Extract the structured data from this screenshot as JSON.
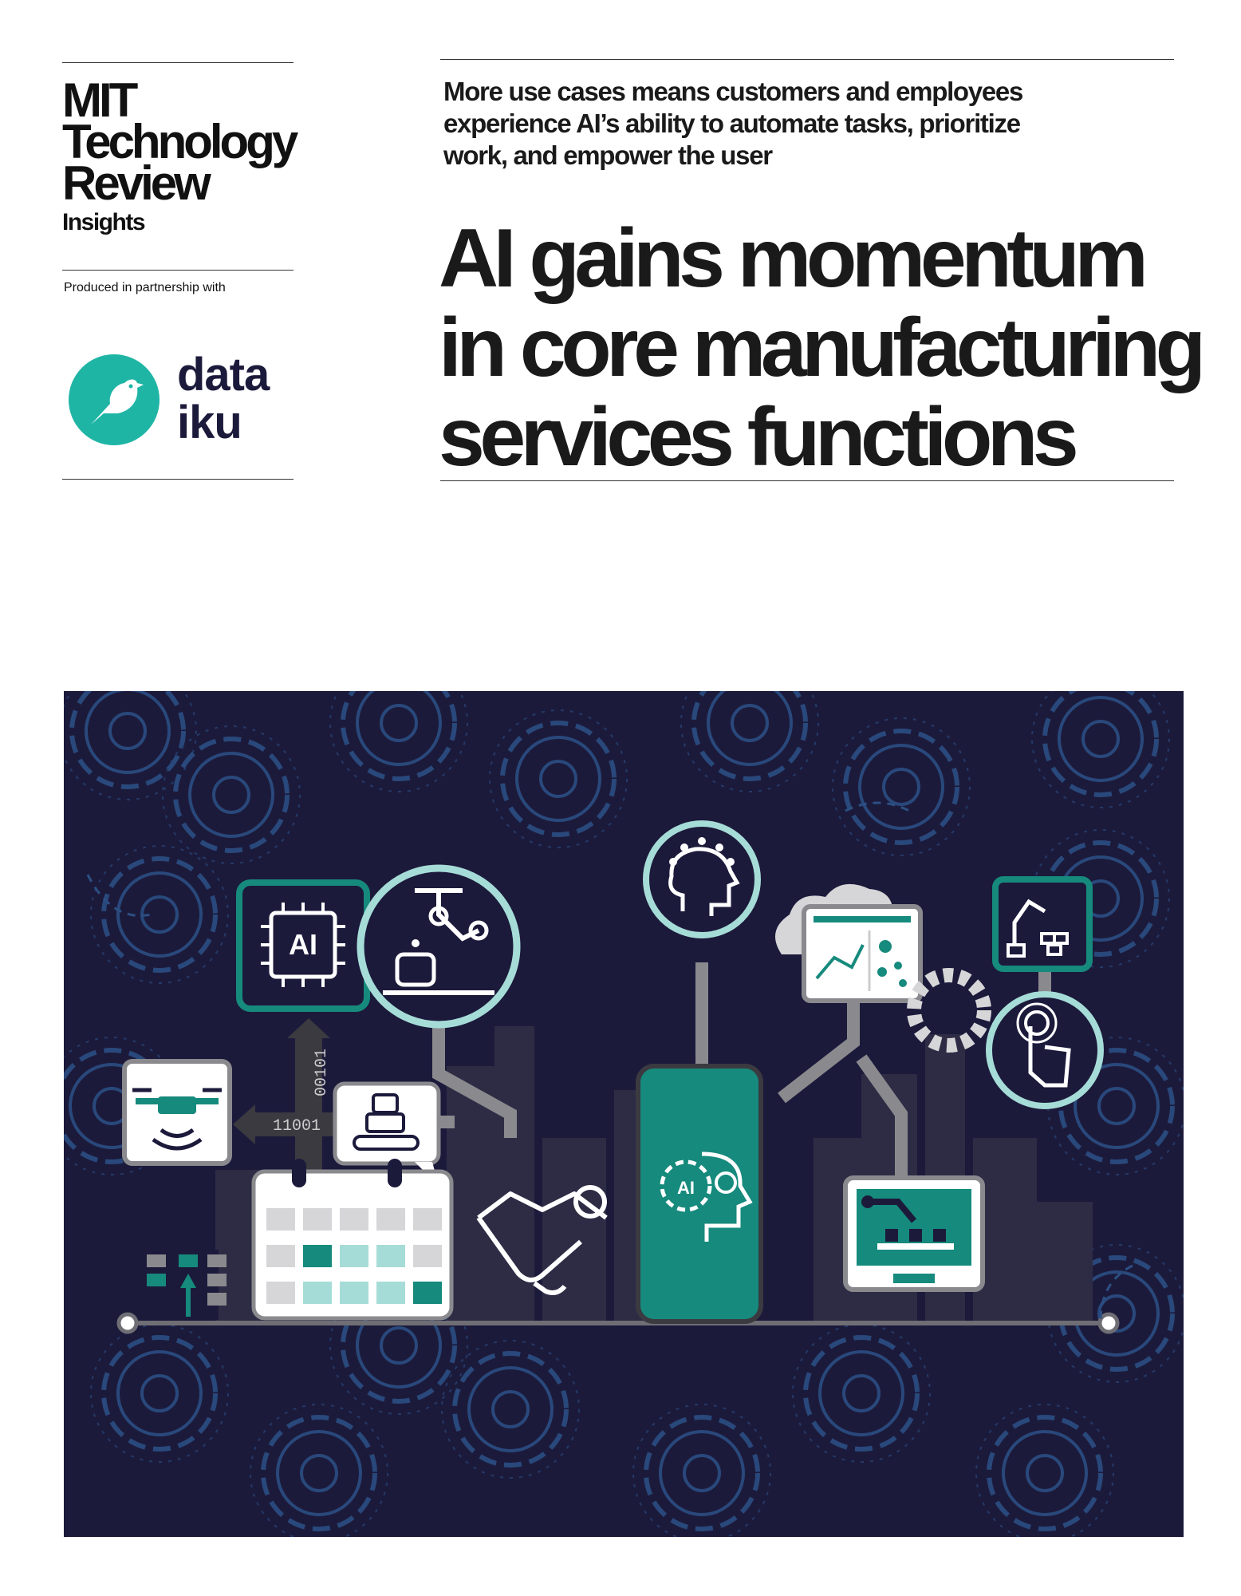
{
  "brand": {
    "lines": [
      "MIT",
      "Technology",
      "Review"
    ],
    "sub": "Insights"
  },
  "partner": {
    "label": "Produced in partnership with",
    "name_lines": [
      "data",
      "iku"
    ],
    "brand_color": "#1fb5a5"
  },
  "subtitle_lines": [
    "More use cases means customers and employees",
    "experience AI’s ability to automate tasks, prioritize",
    "work, and empower the user"
  ],
  "headline_lines": [
    "AI gains momentum",
    "in core manufacturing",
    "services functions"
  ],
  "illustration": {
    "chip_label": "AI",
    "head_label": "AI",
    "binary_vertical": "00101",
    "binary_horizontal": "11001",
    "colors": {
      "background": "#1c1a3b",
      "teal": "#168a7c",
      "teal_light": "#a6dcd7",
      "grey": "#8a8a8e"
    },
    "icons": [
      "ai-chip-icon",
      "robot-arm-icon",
      "brain-head-icon",
      "cloud-icon",
      "analytics-monitor-icon",
      "industrial-robot-icon",
      "touch-hand-icon",
      "drone-icon",
      "robot-assembly-icon",
      "calendar-icon",
      "handshake-icon",
      "ai-head-icon",
      "assembly-monitor-icon",
      "gear-icon"
    ]
  }
}
